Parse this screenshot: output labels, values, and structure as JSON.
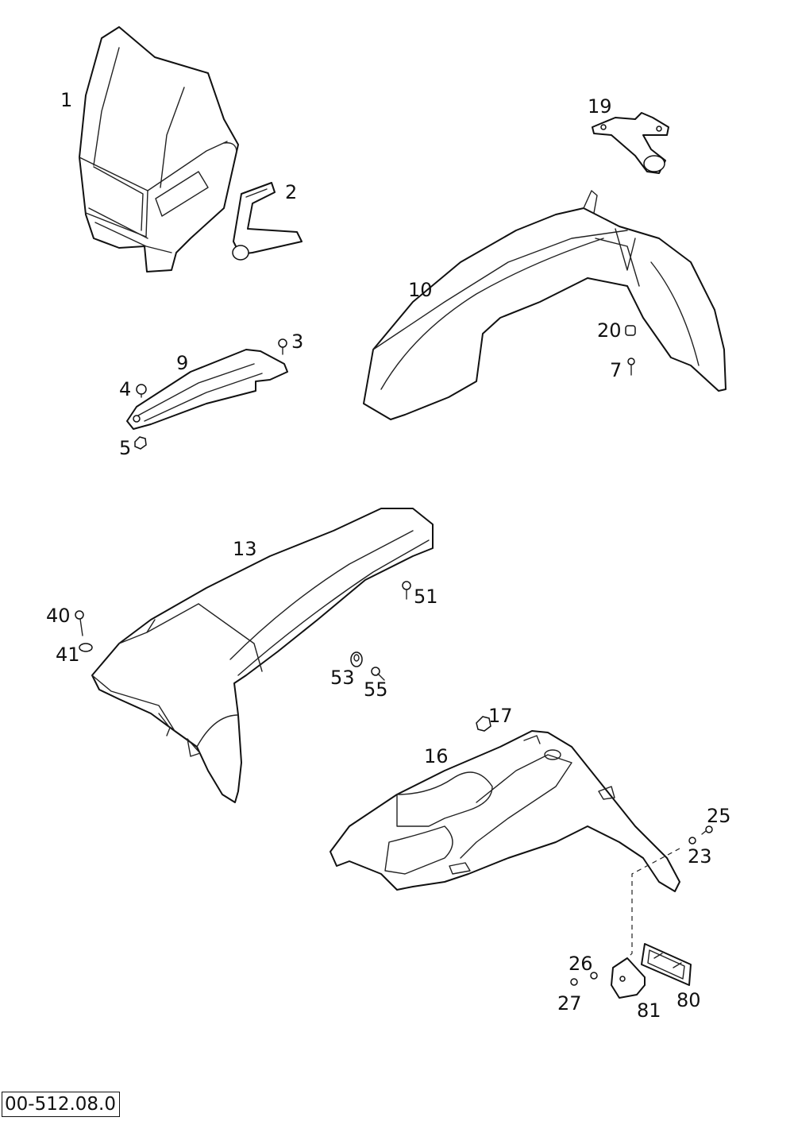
{
  "drawing_number": "00-512.08.0",
  "callouts": {
    "c1": "1",
    "c2": "2",
    "c3": "3",
    "c4": "4",
    "c5": "5",
    "c7": "7",
    "c9": "9",
    "c10": "10",
    "c13": "13",
    "c16": "16",
    "c17": "17",
    "c19": "19",
    "c20": "20",
    "c23": "23",
    "c25": "25",
    "c26": "26",
    "c27": "27",
    "c40": "40",
    "c41": "41",
    "c51": "51",
    "c53": "53",
    "c55": "55",
    "c80": "80",
    "c81": "81"
  },
  "colors": {
    "line": "#111111",
    "background": "#ffffff"
  }
}
